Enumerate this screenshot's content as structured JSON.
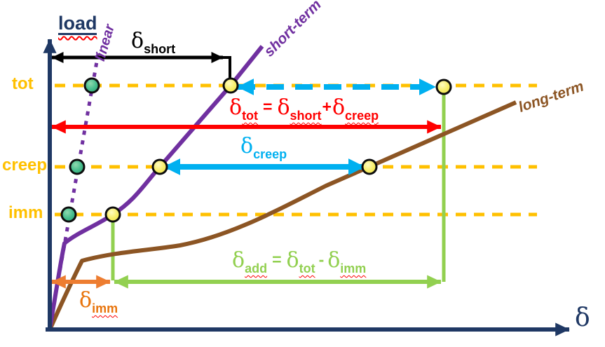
{
  "axes": {
    "y_label": "load",
    "x_label": "δ"
  },
  "levels": {
    "tot": "tot",
    "creep": "creep",
    "imm": "imm"
  },
  "curves": {
    "linear": "linear",
    "short_term": "short-term",
    "long_term": "long-term"
  },
  "annotations": {
    "delta_short": {
      "sym": "δ",
      "sub": "short"
    },
    "tot_formula": {
      "sym1": "δ",
      "sub1": "tot",
      "eq": "=",
      "sym2": "δ",
      "sub2": "short",
      "plus": "+",
      "sym3": "δ",
      "sub3": "creep"
    },
    "delta_creep": {
      "sym": "δ",
      "sub": "creep"
    },
    "add_formula": {
      "sym1": "δ",
      "sub1": "add",
      "eq": "=",
      "sym2": "δ",
      "sub2": "tot",
      "minus": "-",
      "sym3": "δ",
      "sub3": "imm"
    },
    "delta_imm": {
      "sym": "δ",
      "sub": "imm"
    }
  },
  "colors": {
    "axis": "#1F3864",
    "level_lines": "#FFC000",
    "purple_curves": "#7030A0",
    "brown_curve": "#8C5524",
    "cyan_arrows": "#00B0F0",
    "red_arrow": "#FF0000",
    "green_arrows": "#92D050",
    "orange_arrow": "#ED7D31",
    "black_arrow": "#000000",
    "point_green_fill": "#46BD8D",
    "point_yellow_fill": "#F8EF6B",
    "squiggle": "#FF0000"
  }
}
